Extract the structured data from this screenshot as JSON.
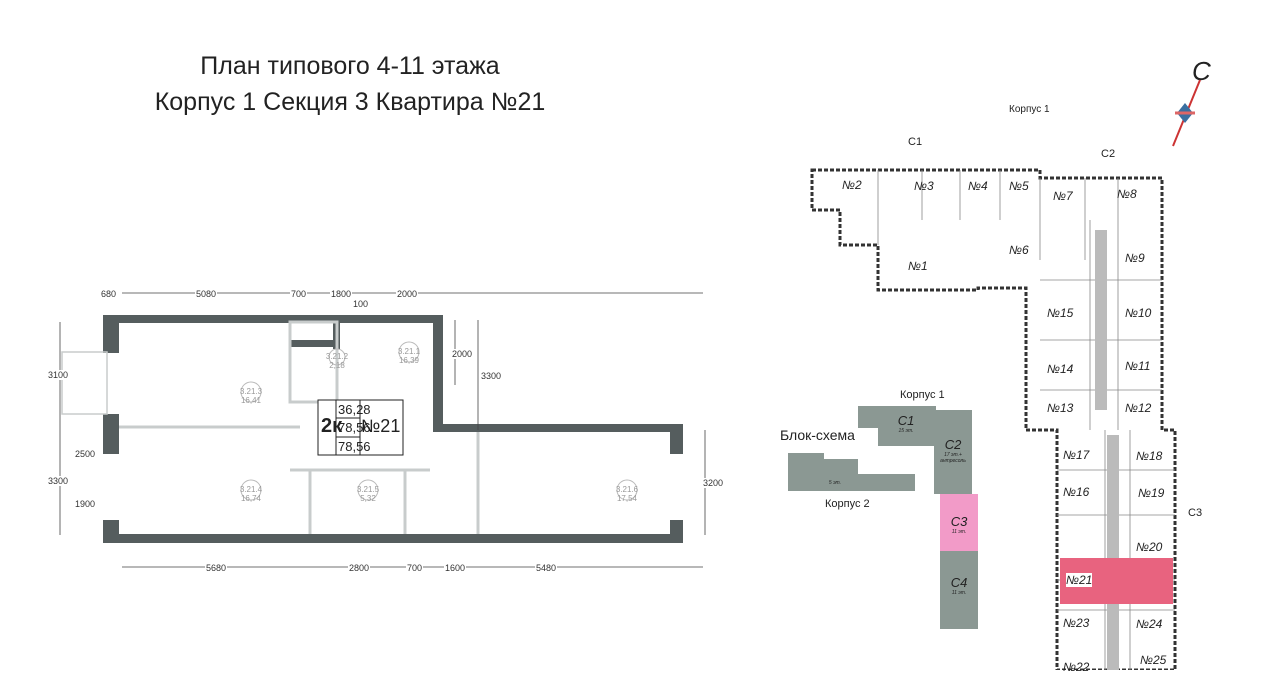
{
  "title": {
    "line1": "План типового 4-11 этажа",
    "line2": "Корпус 1 Секция 3 Квартира №21"
  },
  "plan": {
    "dims_top": [
      "680",
      "5080",
      "700",
      "1800",
      "100",
      "2000"
    ],
    "dims_bottom": [
      "5680",
      "2800",
      "700",
      "1600",
      "5480"
    ],
    "dims_left": [
      "3100",
      "2500",
      "3300",
      "1900"
    ],
    "dims_right": [
      "2000",
      "3300",
      "3200"
    ],
    "rooms": [
      {
        "id": "3.21.1",
        "area": "16,39"
      },
      {
        "id": "3.21.2",
        "area": "2,18"
      },
      {
        "id": "3.21.3",
        "area": "16,41"
      },
      {
        "id": "3.21.4",
        "area": "16,74"
      },
      {
        "id": "3.21.5",
        "area": "5,32"
      },
      {
        "id": "3.21.6",
        "area": "17,54"
      }
    ],
    "info": {
      "rooms": "2к",
      "living": "36,28",
      "total": "78,56",
      "total2": "78,56",
      "number": "№21"
    }
  },
  "block_scheme": {
    "title": "Блок-схема",
    "korpus1": "Корпус 1",
    "korpus2": "Корпус 2",
    "sections": [
      {
        "name": "С1",
        "floors": "15 эт."
      },
      {
        "name": "С2",
        "floors": "17 эт.+ антресоль"
      },
      {
        "name": "С3",
        "floors": "11 эт."
      },
      {
        "name": "С4",
        "floors": "11 эт."
      }
    ],
    "k2_floors": "5 эт.",
    "highlight": "#f29bc8",
    "block_color": "#8b9893"
  },
  "site": {
    "korpus": "Корпус 1",
    "c1": "С1",
    "c2": "С2",
    "c3": "С3",
    "compass": "С",
    "apartments": [
      "№1",
      "№2",
      "№3",
      "№4",
      "№5",
      "№6",
      "№7",
      "№8",
      "№9",
      "№10",
      "№11",
      "№12",
      "№13",
      "№14",
      "№15",
      "№16",
      "№17",
      "№18",
      "№19",
      "№20",
      "№21",
      "№22",
      "№23",
      "№24",
      "№25"
    ],
    "highlight": "#e8637f"
  }
}
